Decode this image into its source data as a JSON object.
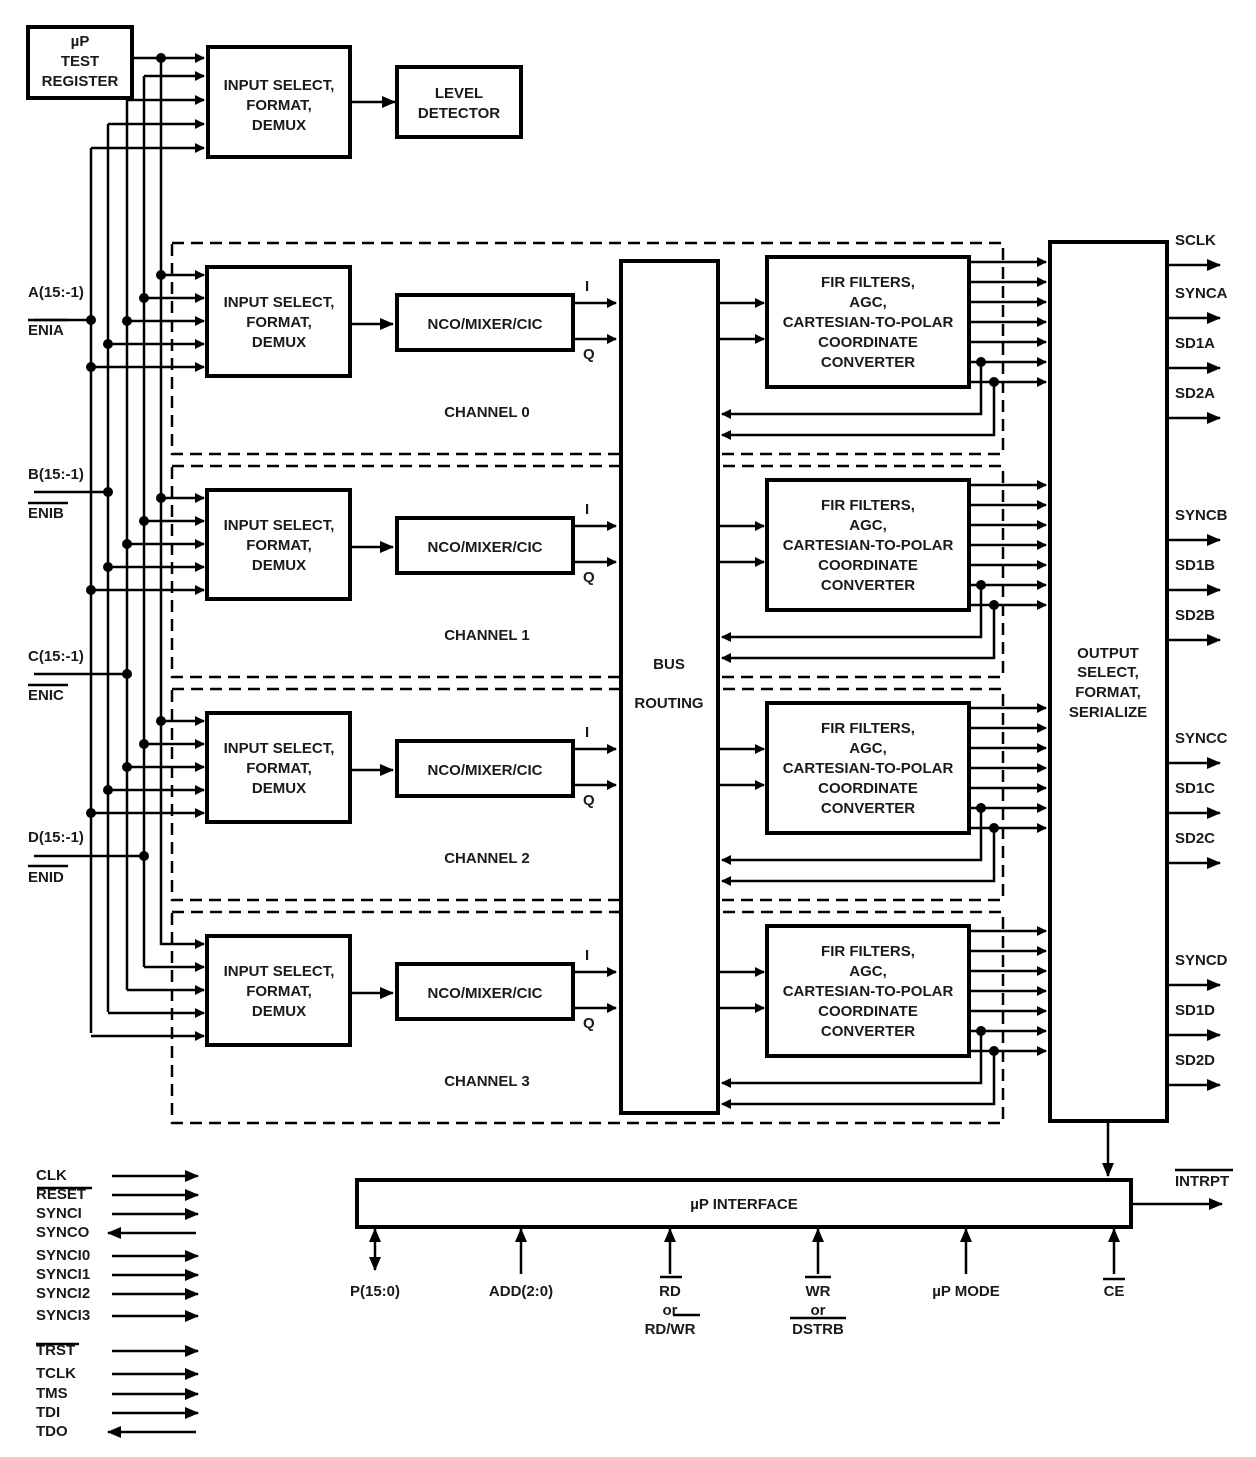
{
  "diagram": {
    "test_register": {
      "line1": "µP",
      "line2": "TEST",
      "line3": "REGISTER"
    },
    "top_input_select": [
      "INPUT SELECT,",
      "FORMAT,",
      "DEMUX"
    ],
    "level_detector": [
      "LEVEL",
      "DETECTOR"
    ],
    "inputs": [
      {
        "bus": "A(15:-1)",
        "enable": "ENIA"
      },
      {
        "bus": "B(15:-1)",
        "enable": "ENIB"
      },
      {
        "bus": "C(15:-1)",
        "enable": "ENIC"
      },
      {
        "bus": "D(15:-1)",
        "enable": "ENID"
      }
    ],
    "channels": [
      {
        "name": "CHANNEL 0"
      },
      {
        "name": "CHANNEL 1"
      },
      {
        "name": "CHANNEL 2"
      },
      {
        "name": "CHANNEL 3"
      }
    ],
    "channel_blocks": {
      "input_select": [
        "INPUT SELECT,",
        "FORMAT,",
        "DEMUX"
      ],
      "nco": "NCO/MIXER/CIC",
      "i_label": "I",
      "q_label": "Q",
      "fir": [
        "FIR FILTERS,",
        "AGC,",
        "CARTESIAN-TO-POLAR",
        "COORDINATE",
        "CONVERTER"
      ]
    },
    "bus_routing": [
      "BUS",
      "ROUTING"
    ],
    "output_block": [
      "OUTPUT",
      "SELECT,",
      "FORMAT,",
      "SERIALIZE"
    ],
    "outputs": [
      "SCLK",
      "SYNCA",
      "SD1A",
      "SD2A",
      "SYNCB",
      "SD1B",
      "SD2B",
      "SYNCC",
      "SD1C",
      "SD2C",
      "SYNCD",
      "SD1D",
      "SD2D"
    ],
    "up_interface": "µP INTERFACE",
    "interrupt": "INTRPT",
    "up_pins": [
      {
        "lines": [
          "P(15:0)"
        ],
        "direction": "bidirectional"
      },
      {
        "lines": [
          "ADD(2:0)"
        ],
        "direction": "in"
      },
      {
        "lines": [
          "RD",
          "or",
          "RD/WR"
        ],
        "direction": "in"
      },
      {
        "lines": [
          "WR",
          "or",
          "DSTRB"
        ],
        "direction": "in"
      },
      {
        "lines": [
          "µP MODE"
        ],
        "direction": "in"
      },
      {
        "lines": [
          "CE"
        ],
        "direction": "in"
      }
    ],
    "control_signals": [
      {
        "name": "CLK",
        "direction": "in"
      },
      {
        "name": "RESET",
        "direction": "in"
      },
      {
        "name": "SYNCI",
        "direction": "in"
      },
      {
        "name": "SYNCO",
        "direction": "out"
      },
      {
        "name": "SYNCI0",
        "direction": "in"
      },
      {
        "name": "SYNCI1",
        "direction": "in"
      },
      {
        "name": "SYNCI2",
        "direction": "in"
      },
      {
        "name": "SYNCI3",
        "direction": "in"
      },
      {
        "name": "TRST",
        "direction": "in"
      },
      {
        "name": "TCLK",
        "direction": "in"
      },
      {
        "name": "TMS",
        "direction": "in"
      },
      {
        "name": "TDI",
        "direction": "in"
      },
      {
        "name": "TDO",
        "direction": "out"
      }
    ]
  }
}
